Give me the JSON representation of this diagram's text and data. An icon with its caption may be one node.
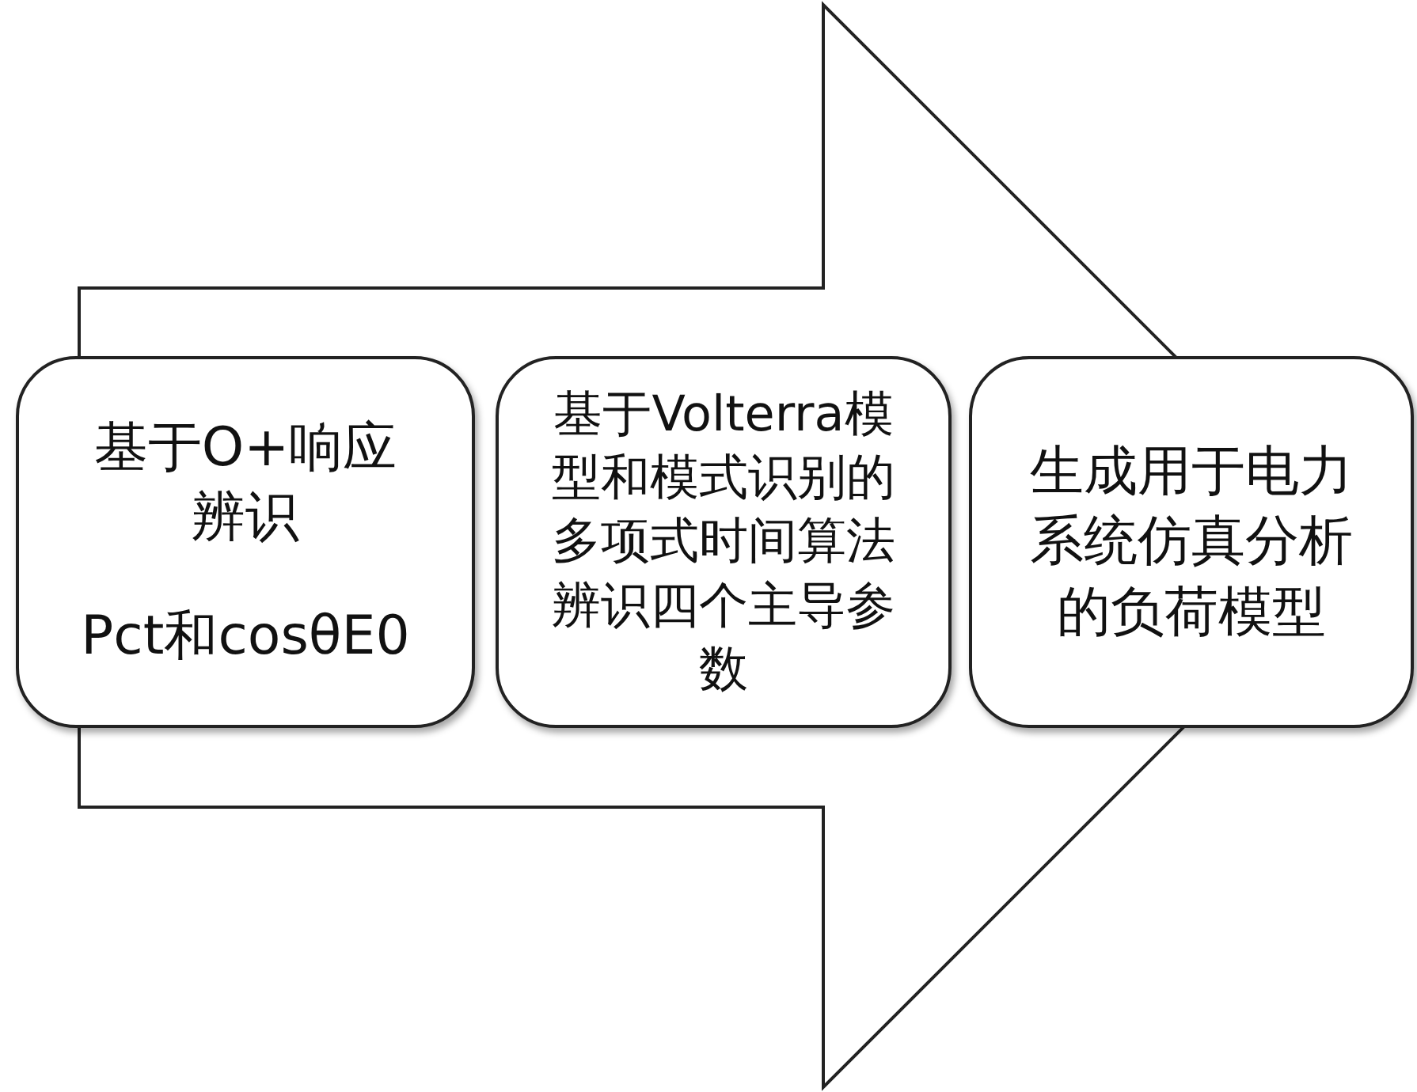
{
  "diagram": {
    "nodes": [
      {
        "text": [
          "基于O+响应辨识",
          "Pct和cosθE0"
        ]
      },
      {
        "text": [
          "基于Volterra模型和模式识别的多项式时间算法辨识四个主导参数"
        ]
      },
      {
        "text": [
          "生成用于电力系统仿真分析的负荷模型"
        ]
      }
    ],
    "edges": [
      {
        "from": 0,
        "to": 2,
        "arrow": "to"
      }
    ]
  }
}
